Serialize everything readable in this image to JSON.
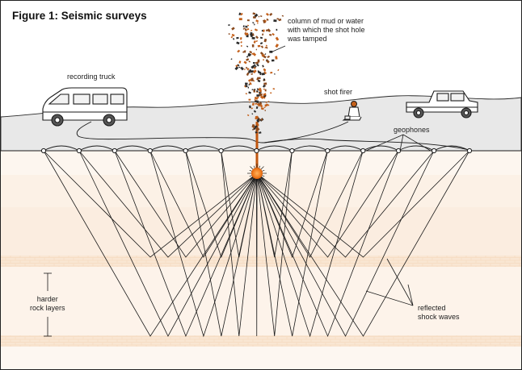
{
  "figure": {
    "title": "Figure 1: Seismic surveys",
    "labels": {
      "recording_truck": "recording truck",
      "mud_column": [
        "column of mud or water",
        "with which the shot hole",
        "was tamped"
      ],
      "shot_firer": "shot firer",
      "geophones": "geophones",
      "harder_rock": [
        "harder",
        "rock layers"
      ],
      "reflected": [
        "reflected",
        "shock waves"
      ]
    },
    "colors": {
      "ground_surface": "#e8e8e8",
      "subsurface_band_light": "#fdf6ef",
      "subsurface_band_mid": "#fbeee1",
      "rock_layer": "#f6ddc4",
      "explosion": "#f07d1f",
      "debris": "#b45a19",
      "line": "#1a1a1a"
    },
    "geophone_count": 13,
    "icons": [
      "recording-truck-icon",
      "pickup-truck-icon",
      "shot-firer-icon",
      "explosion-icon",
      "debris-column-icon",
      "geophone-icon"
    ]
  }
}
